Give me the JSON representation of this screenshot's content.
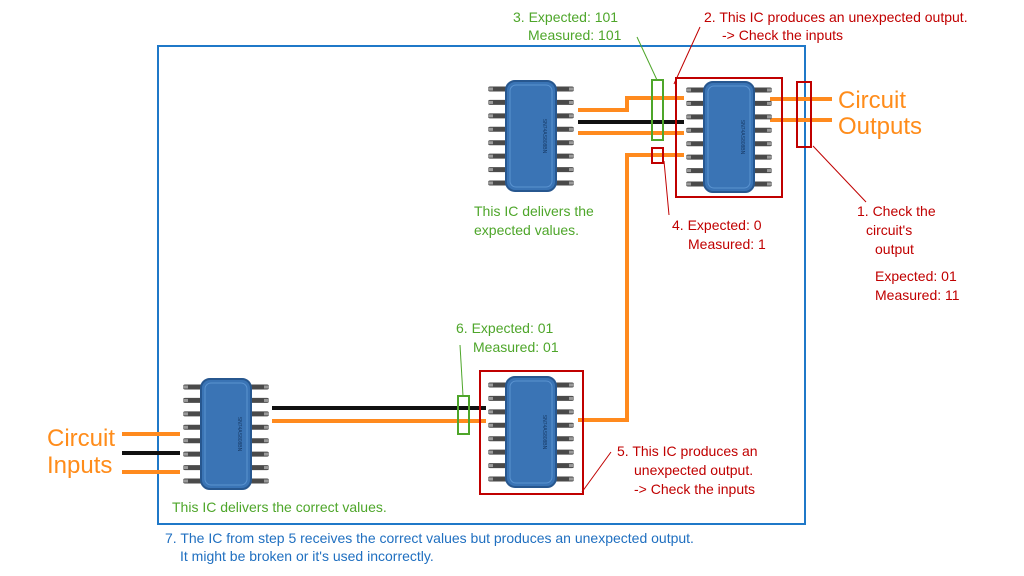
{
  "colors": {
    "board_border": "#1f78c8",
    "wire_orange": "#ff8a1e",
    "wire_black": "#111111",
    "chip_fill": "#3a74b5",
    "pin": "#4a4a4a",
    "red": "#c00000",
    "green": "#4ea62a",
    "blue": "#1f6fc0"
  },
  "chip_label": "SN74AS808BN",
  "labels": {
    "circuit_outputs": [
      "Circuit",
      "Outputs"
    ],
    "circuit_inputs": [
      "Circuit",
      "Inputs"
    ]
  },
  "annotations": {
    "step1": {
      "lines": [
        "1. Check the",
        "circuit's",
        "output"
      ],
      "expected": "Expected: 01",
      "measured": "Measured: 11"
    },
    "step2": {
      "line1": "2. This IC produces an unexpected output.",
      "line2": "-> Check the inputs"
    },
    "step3": {
      "expected": "3. Expected: 101",
      "measured": "Measured: 101"
    },
    "step4": {
      "expected": "4. Expected: 0",
      "measured": "Measured: 1"
    },
    "step5": {
      "line1": "5. This IC produces an",
      "line2": "unexpected output.",
      "line3": "-> Check the inputs"
    },
    "step6": {
      "expected": "6. Expected: 01",
      "measured": "Measured: 01"
    },
    "step7": {
      "line1": "7. The IC from step 5 receives the correct values but produces an unexpected output.",
      "line2": "It might be broken or it's used incorrectly."
    },
    "ic_top_left": {
      "line1": "This IC delivers the",
      "line2": "expected values."
    },
    "ic_bottom_left": "This IC delivers the correct values."
  }
}
